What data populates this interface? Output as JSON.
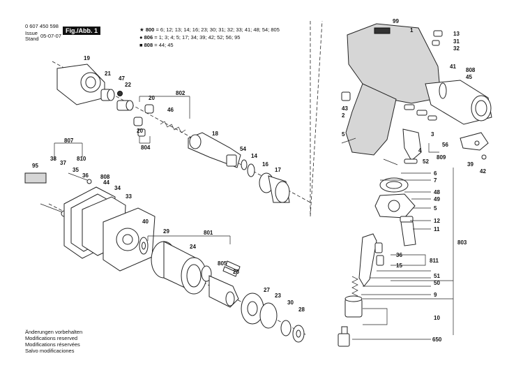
{
  "header": {
    "part_number": "0 607 450 598",
    "issue_label": "Issue",
    "stand_label": "Stand",
    "date": "05-07-07",
    "figure": "Fig./Abb. 1"
  },
  "legend": [
    {
      "symbol": "★",
      "code": "800",
      "items": "= 6; 12; 13; 14; 16; 23; 30; 31; 32; 33; 41; 48; 54; 805"
    },
    {
      "symbol": "●",
      "code": "806",
      "items": "= 1; 3; 4; 5; 17; 34; 39; 42; 52; 56; 95"
    },
    {
      "symbol": "■",
      "code": "808",
      "items": "= 44; 45"
    }
  ],
  "footer": [
    "Änderungen vorbehalten",
    "Modifications reserved",
    "Modifications réservées",
    "Salvo modificaciones"
  ],
  "callouts": {
    "c99": "99",
    "c1": "1",
    "c13": "13",
    "c31": "31",
    "c32": "32",
    "c41": "41",
    "c808": "808",
    "c45": "45",
    "c43": "43",
    "c2": "2",
    "c5a": "5",
    "c3": "3",
    "c4": "4",
    "c809": "809",
    "c52": "52",
    "c56": "56",
    "c39": "39",
    "c42": "42",
    "c6": "6",
    "c7": "7",
    "c48": "48",
    "c49": "49",
    "c5b": "5",
    "c12": "12",
    "c11": "11",
    "c803": "803",
    "c36": "36",
    "c15": "15",
    "c811": "811",
    "c51": "51",
    "c50": "50",
    "c9": "9",
    "c10": "10",
    "c650": "650",
    "c19": "19",
    "c21": "21",
    "c47": "47",
    "c22": "22",
    "c20a": "20",
    "c20b": "20",
    "c802": "802",
    "c46": "46",
    "c18": "18",
    "c804": "804",
    "c54": "54",
    "c14": "14",
    "c16": "16",
    "c17": "17",
    "c807": "807",
    "c38": "38",
    "c37": "37",
    "c810": "810",
    "c95": "95",
    "c35": "35",
    "c808b": "808",
    "c44": "44",
    "c34": "34",
    "c33": "33",
    "c40": "40",
    "c29": "29",
    "c801": "801",
    "c24": "24",
    "c805": "805",
    "c25": "25",
    "c27": "27",
    "c23": "23",
    "c30": "30",
    "c28": "28"
  }
}
